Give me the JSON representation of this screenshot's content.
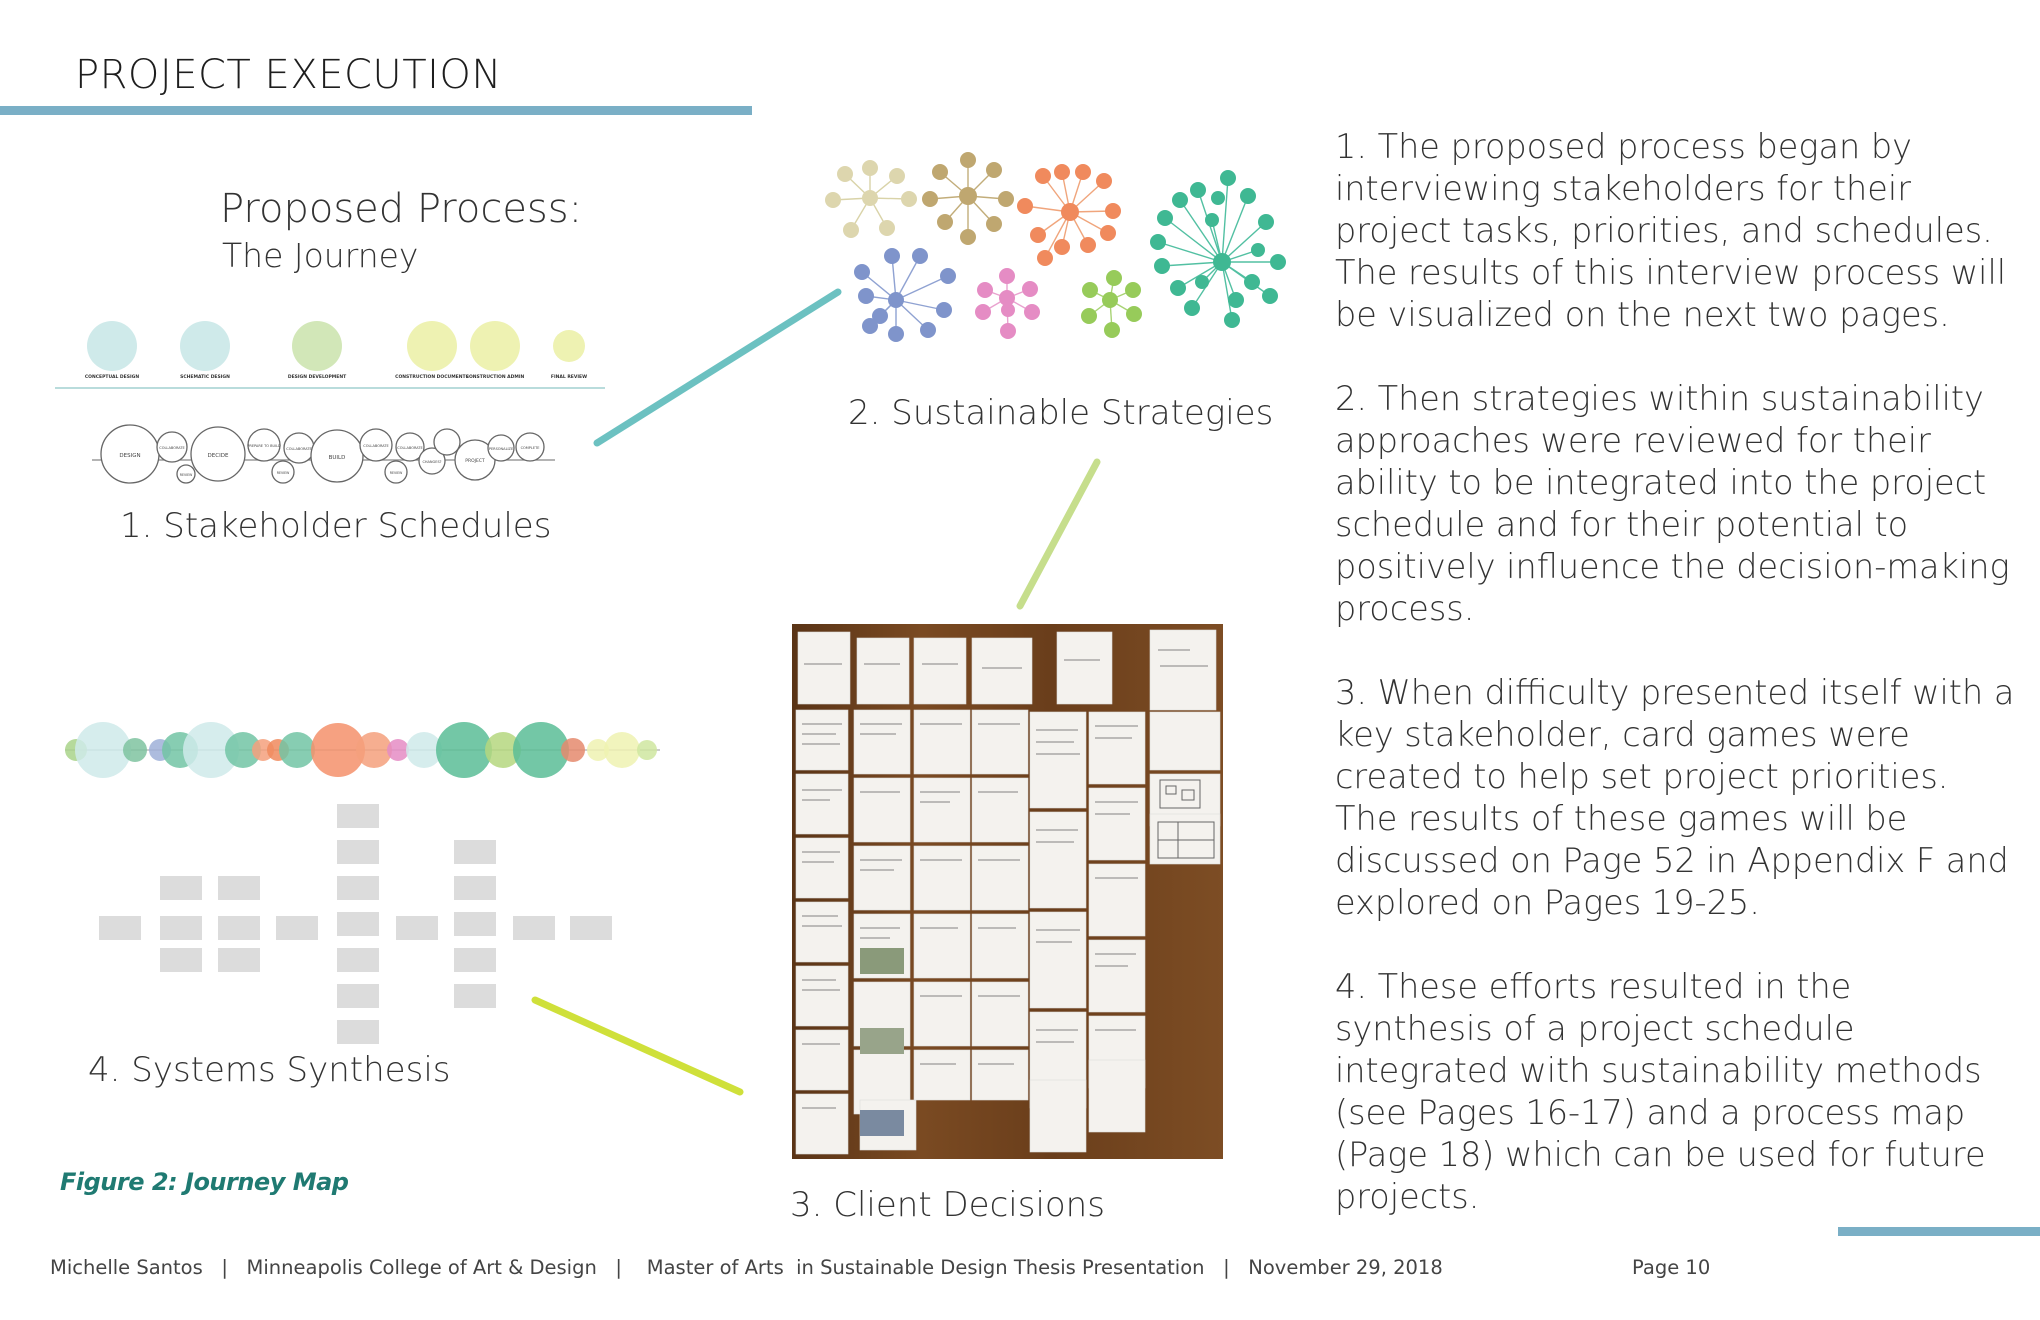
{
  "page": {
    "heading": "PROJECT EXECUTION",
    "process_title": "Proposed Process:",
    "process_subtitle": "The Journey",
    "figure_caption": "Figure 2: Journey Map"
  },
  "diagram": {
    "timeline_phases": [
      "CONCEPTUAL DESIGN",
      "SCHEMATIC DESIGN",
      "DESIGN DEVELOPMENT",
      "CONSTRUCTION DOCUMENTS",
      "CONSTRUCTION ADMIN",
      "FINAL REVIEW"
    ],
    "bubble_words": [
      "DESIGN",
      "COLLABORATE",
      "DECIDE",
      "PREPARE TO BUILD",
      "COLLABORATE",
      "BUILD",
      "COLLABORATE",
      "COLLABORATE",
      "PERSONALIZE",
      "COMPLETE",
      "PROJECT",
      "CHANGES?",
      "REVIEW",
      "REVIEW",
      "REVIEW"
    ],
    "step1_label": "1. Stakeholder Schedules",
    "step2_label": "2. Sustainable Strategies",
    "step3_label": "3. Client Decisions",
    "step4_label": "4. Systems Synthesis"
  },
  "colors": {
    "rule": "#7aafc6",
    "teal_line": "#6cc1c1",
    "green_line": "#c6de8c",
    "lime_line": "#cfe03a",
    "caption": "#1f7a72"
  },
  "paragraphs": [
    "1. The proposed process began by interviewing stakeholders for their project tasks, priorities, and schedules. The results of this interview process will be visualized on the next two pages.",
    "2. Then strategies within sustainability approaches were reviewed for their ability to be integrated into the project schedule and for their potential to positively influence the decision-making process.",
    "3. When difficulty presented itself with a key stakeholder, card games were created to help set project priorities. The results of these games will be discussed on Page 52 in Appendix F and explored on Pages 19-25.",
    "4. These efforts resulted in the synthesis of a project schedule integrated with sustainability methods (see Pages 16-17) and a process map (Page 18) which can be used for future projects."
  ],
  "footer": {
    "text": "Michelle Santos   |   Minneapolis College of Art & Design   |    Master of Arts  in Sustainable Design Thesis Presentation   |   November 29, 2018",
    "page": "Page 10"
  }
}
